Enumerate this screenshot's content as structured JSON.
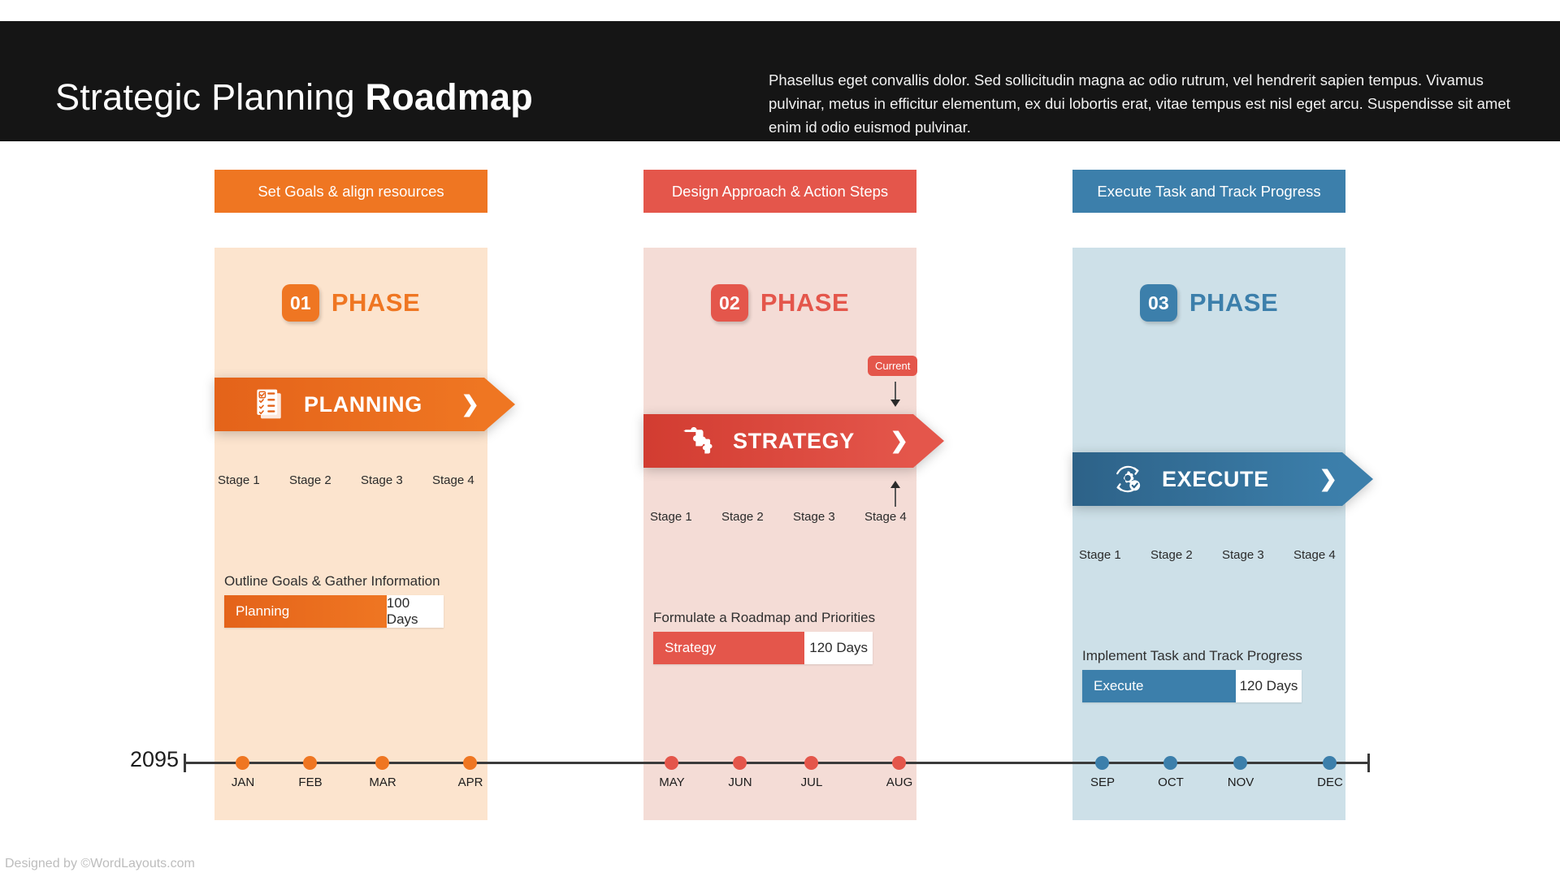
{
  "header": {
    "title_regular": "Strategic Planning ",
    "title_bold": "Roadmap",
    "description": "Phasellus eget convallis dolor. Sed sollicitudin magna ac odio rutrum, vel hendrerit sapien tempus. Vivamus pulvinar, metus in efficitur elementum, ex dui lobortis erat, vitae tempus est nisl eget arcu. Suspendisse sit amet enim id odio euismod pulvinar."
  },
  "colors": {
    "header_bg": "#151515",
    "orange": "#ef7622",
    "orange_dark": "#e4631a",
    "orange_panel": "#fce4ce",
    "red": "#e4564b",
    "red_dark": "#d23c31",
    "red_panel": "#f4dcd6",
    "blue": "#3c7fab",
    "blue_dark": "#2d6288",
    "blue_panel": "#cde0e8"
  },
  "columns": [
    {
      "head_label": "Set Goals & align resources",
      "phase_number": "01",
      "phase_word": "PHASE",
      "banner_label": "PLANNING",
      "banner_icon": "checklist-clipboard-icon",
      "chevron_icon": "chevron-right-icon",
      "stages": [
        "Stage 1",
        "Stage 2",
        "Stage 3",
        "Stage 4"
      ],
      "prog_caption": "Outline Goals & Gather Information",
      "prog_label": "Planning",
      "prog_days": "100 Days",
      "prog_percent": 74,
      "months": [
        "JAN",
        "FEB",
        "MAR",
        "APR"
      ]
    },
    {
      "head_label": "Design Approach & Action Steps",
      "phase_number": "02",
      "phase_word": "PHASE",
      "banner_label": "STRATEGY",
      "banner_icon": "puzzle-pieces-icon",
      "chevron_icon": "chevron-right-icon",
      "stages": [
        "Stage 1",
        "Stage 2",
        "Stage 3",
        "Stage 4"
      ],
      "prog_caption": "Formulate a Roadmap and Priorities",
      "prog_label": "Strategy",
      "prog_days": "120 Days",
      "prog_percent": 69,
      "months": [
        "MAY",
        "JUN",
        "JUL",
        "AUG"
      ],
      "current_badge": "Current"
    },
    {
      "head_label": "Execute Task and Track Progress",
      "phase_number": "03",
      "phase_word": "PHASE",
      "banner_label": "EXECUTE",
      "banner_icon": "gear-check-refresh-icon",
      "chevron_icon": "chevron-right-icon",
      "stages": [
        "Stage 1",
        "Stage 2",
        "Stage 3",
        "Stage 4"
      ],
      "prog_caption": "Implement  Task and Track Progress",
      "prog_label": "Execute",
      "prog_days": "120 Days",
      "prog_percent": 70,
      "months": [
        "SEP",
        "OCT",
        "NOV",
        "DEC"
      ]
    }
  ],
  "timeline": {
    "year": "2095"
  },
  "footer": {
    "credit": "Designed by ©WordLayouts.com"
  }
}
